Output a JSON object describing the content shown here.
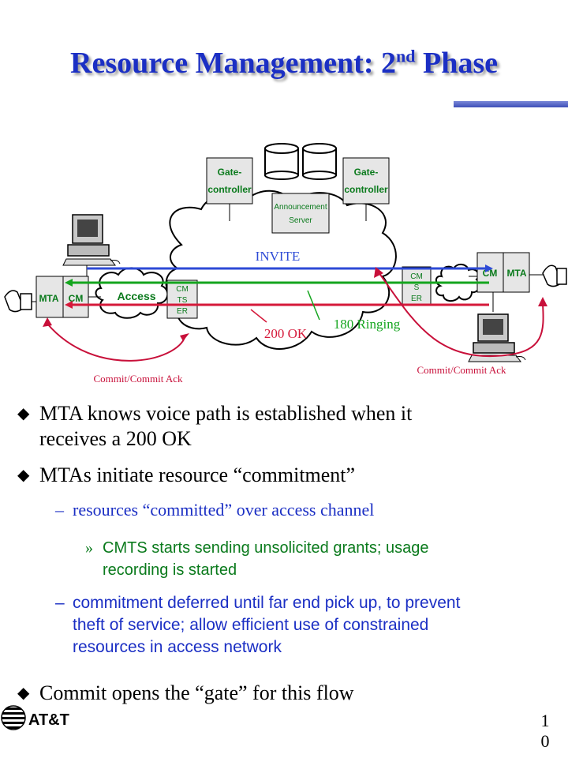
{
  "slide": {
    "title_main": "Resource Management: 2",
    "title_sup": "nd",
    "title_end": " Phase",
    "page_number_1": "1",
    "page_number_2": "0",
    "logo_text": "AT&T"
  },
  "diagram": {
    "gate_controller_left_1": "Gate-",
    "gate_controller_left_2": "controller",
    "gate_controller_right_1": "Gate-",
    "gate_controller_right_2": "controller",
    "announcement_1": "Announcement",
    "announcement_2": "Server",
    "mta_left": "MTA",
    "cm_left": "CM",
    "access": "Access",
    "cmts_left_1": "CM",
    "cmts_left_2": "TS",
    "cmts_left_3": "ER",
    "cmts_right_1": "CM",
    "cmts_right_2": "S",
    "cmts_right_3": "ER",
    "cm_right": "CM",
    "mta_right": "MTA",
    "invite": "INVITE",
    "ok_200": "200 OK",
    "ringing_180": "180 Ringing",
    "commit_left": "Commit/Commit Ack",
    "commit_right": "Commit/Commit Ack",
    "colors": {
      "invite": "#2d4ad6",
      "green": "#14a51e",
      "red": "#d5193a",
      "commit": "#c8103a"
    }
  },
  "bullets": [
    {
      "line1": "MTA knows voice path is established when it",
      "line2": "receives a 200 OK"
    },
    {
      "line1": "MTAs initiate resource “commitment”"
    },
    {
      "text": "resources “committed” over access channel"
    },
    {
      "line1": "CMTS starts sending unsolicited grants; usage",
      "line2": "recording is started"
    },
    {
      "line1": "commitment deferred until far end pick up, to prevent",
      "line2": "theft of service; allow efficient use of constrained",
      "line3": "resources in access network"
    },
    {
      "line1": "Commit opens the “gate” for this flow"
    }
  ]
}
